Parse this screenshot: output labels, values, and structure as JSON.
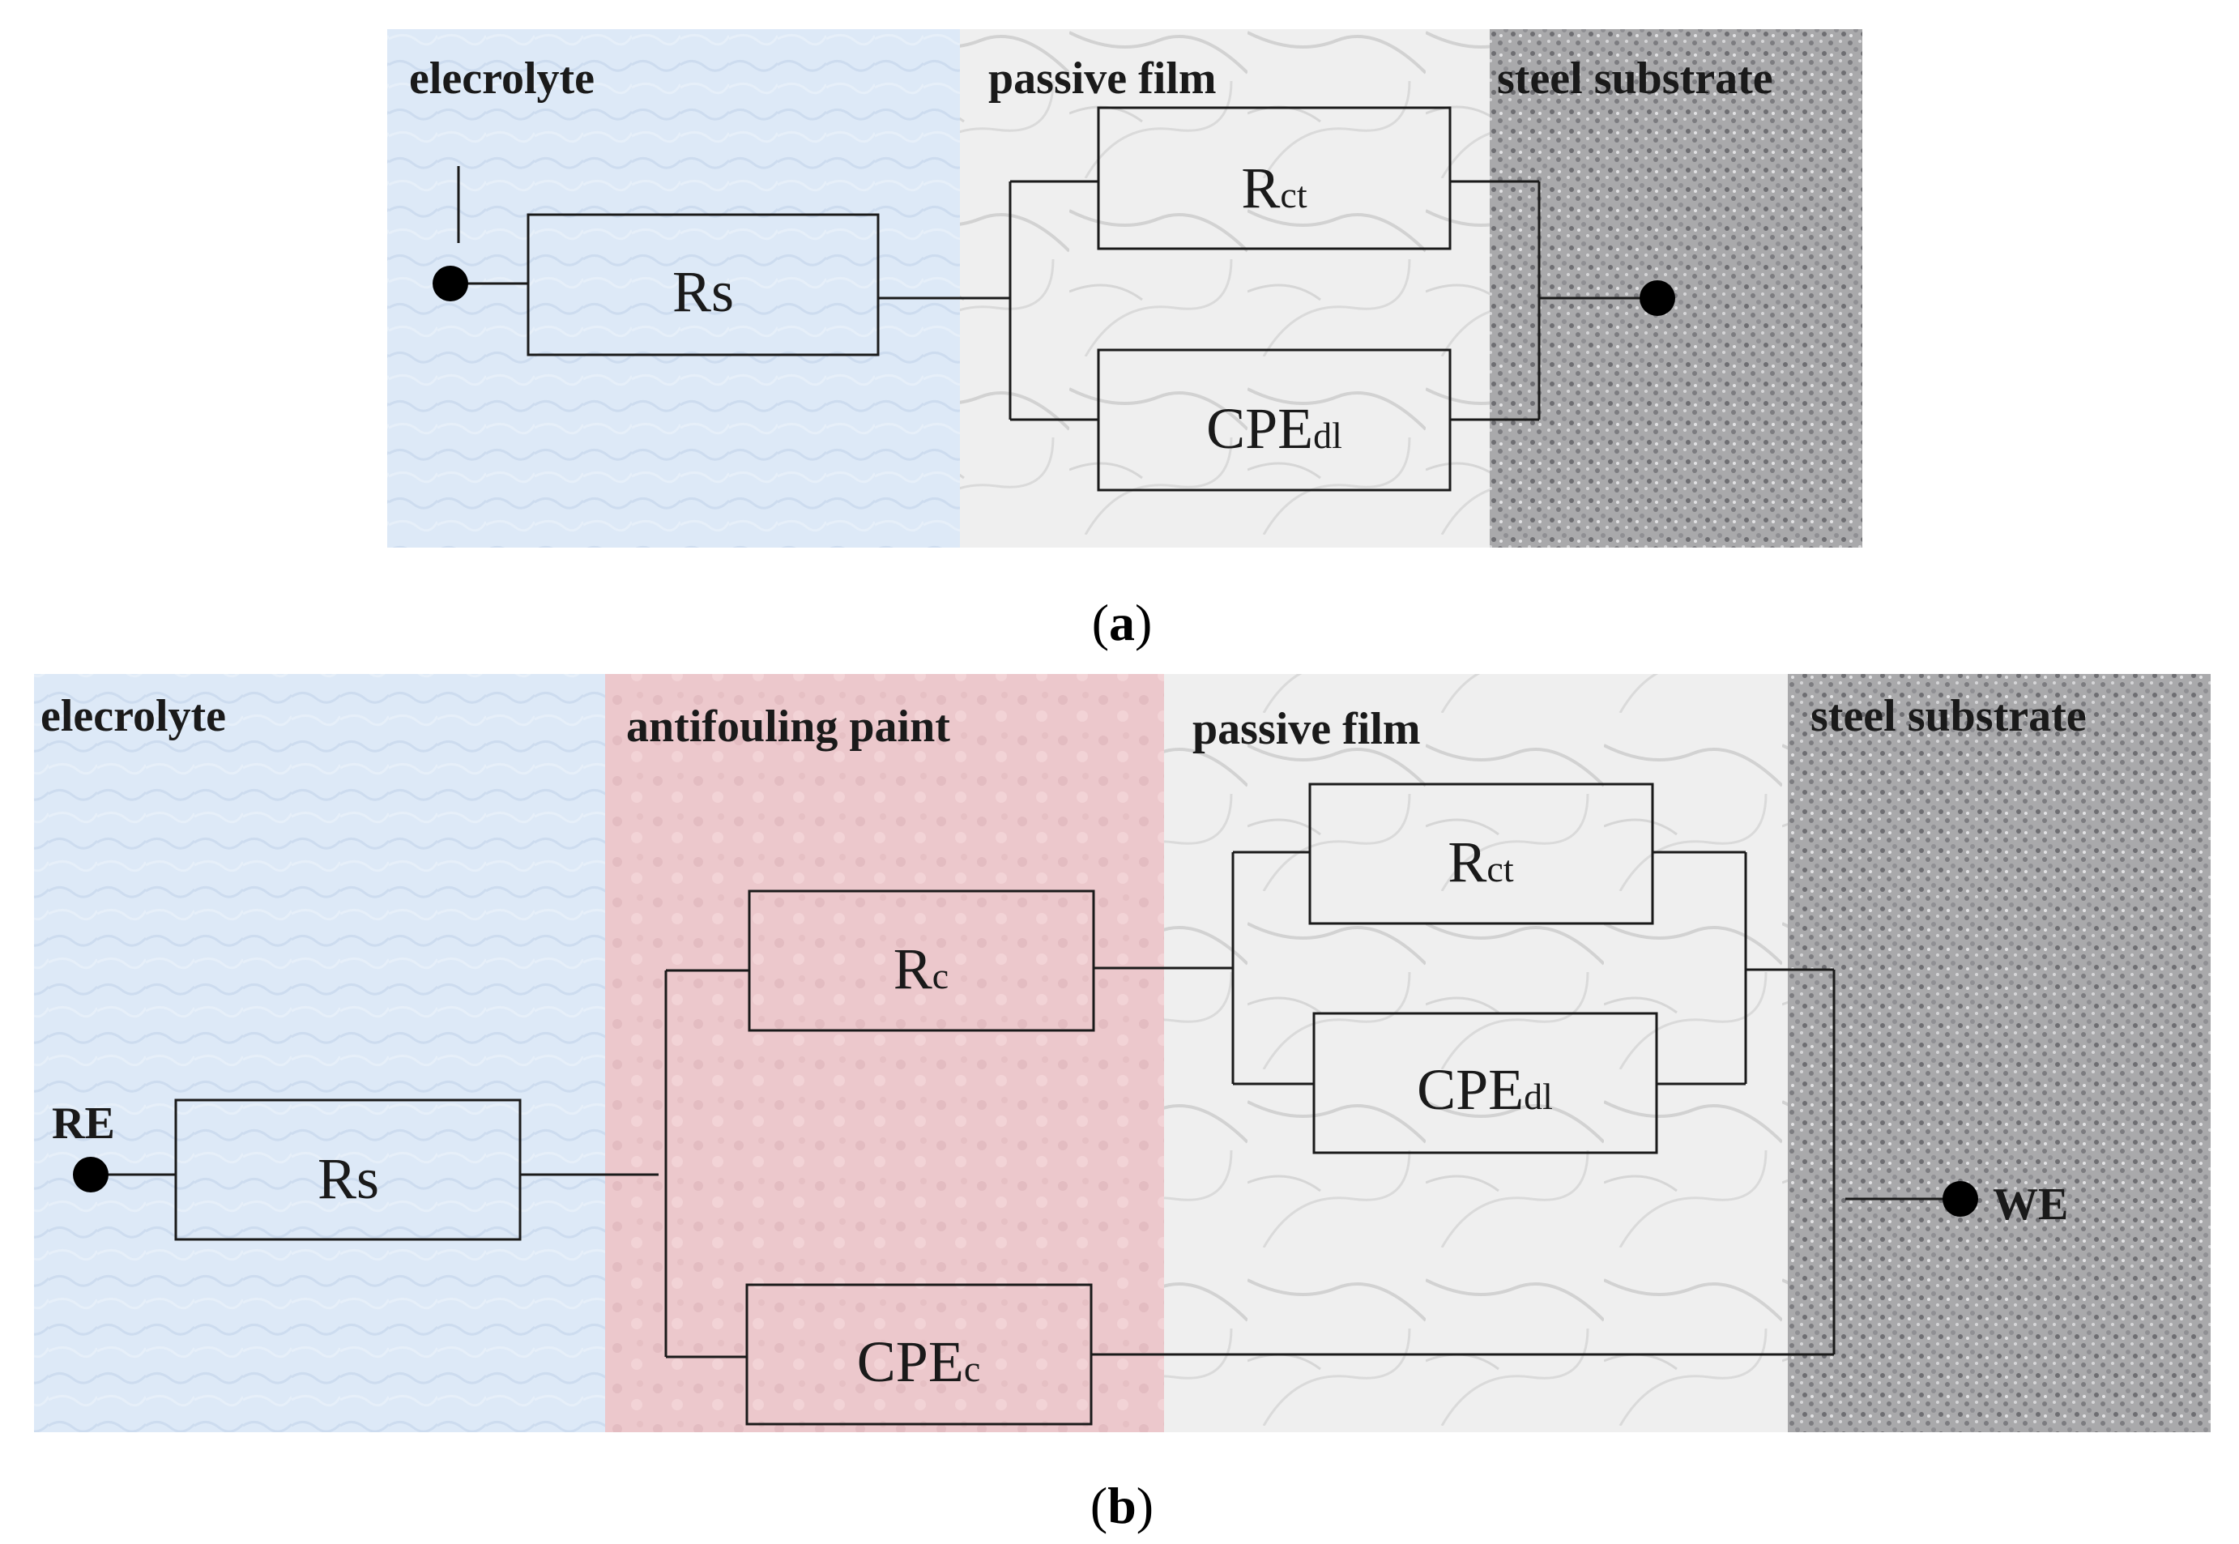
{
  "panel_a": {
    "regions": {
      "electrolyte": "elecrolyte",
      "passive_film": "passive film",
      "steel_substrate": "steel substrate"
    },
    "components": {
      "rs": {
        "main": "R",
        "sub": "s"
      },
      "rct": {
        "main": "R",
        "sub": "ct"
      },
      "cpe_dl": {
        "main": "CPE",
        "sub": "dl"
      }
    },
    "caption": {
      "open": "(",
      "letter": "a",
      "close": ")"
    }
  },
  "panel_b": {
    "regions": {
      "electrolyte": "elecrolyte",
      "antifouling_paint": "antifouling paint",
      "passive_film": "passive film",
      "steel_substrate": "steel substrate"
    },
    "components": {
      "rs": {
        "main": "R",
        "sub": "s"
      },
      "rc": {
        "main": "R",
        "sub": "c"
      },
      "cpe_c": {
        "main": "CPE",
        "sub": "c"
      },
      "rct": {
        "main": "R",
        "sub": "ct"
      },
      "cpe_dl": {
        "main": "CPE",
        "sub": "dl"
      }
    },
    "terminals": {
      "re": "RE",
      "we": "WE"
    },
    "caption": {
      "open": "(",
      "letter": "b",
      "close": ")"
    }
  },
  "colors": {
    "electrolyte": "#dde9f7",
    "antifouling_paint": "#ecc8cc",
    "passive_film": "#eeeeee",
    "steel_substrate": "#a9a9ab"
  }
}
